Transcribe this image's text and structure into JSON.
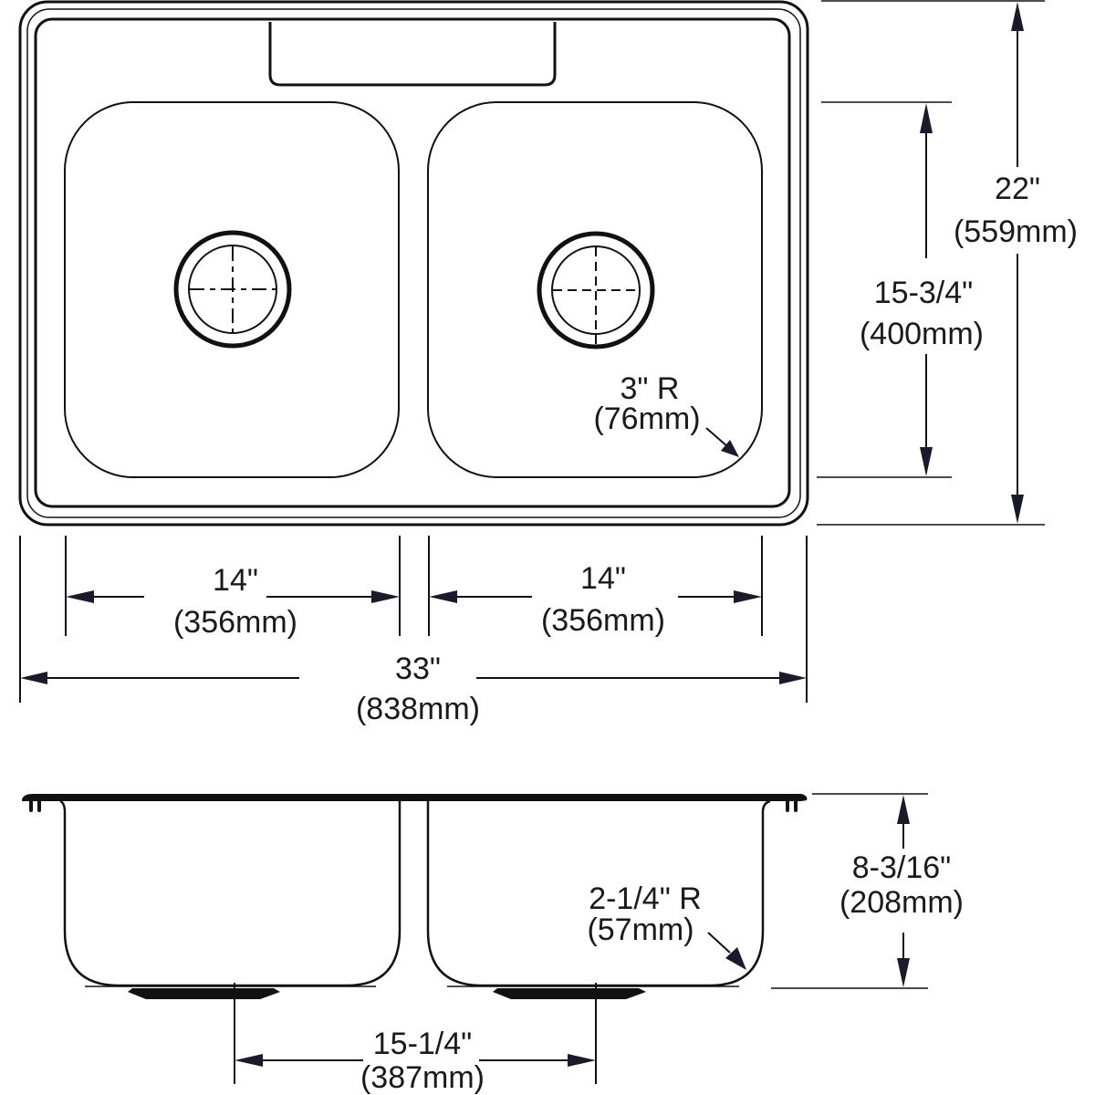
{
  "drawing": {
    "type": "double-bowl sink dimension drawing",
    "line_color": "#111111",
    "background": "#ffffff"
  },
  "top_view": {
    "overall_width": {
      "imperial": "33\"",
      "metric": "(838mm)"
    },
    "overall_depth": {
      "imperial": "22\"",
      "metric": "(559mm)"
    },
    "bowl_depth": {
      "imperial": "15-3/4\"",
      "metric": "(400mm)"
    },
    "left_bowl_width": {
      "imperial": "14\"",
      "metric": "(356mm)"
    },
    "right_bowl_width": {
      "imperial": "14\"",
      "metric": "(356mm)"
    },
    "corner_radius": {
      "imperial": "3\" R",
      "metric": "(76mm)"
    }
  },
  "side_view": {
    "bowl_height": {
      "imperial": "8-3/16\"",
      "metric": "(208mm)"
    },
    "bottom_radius": {
      "imperial": "2-1/4\" R",
      "metric": "(57mm)"
    },
    "drain_spacing": {
      "imperial": "15-1/4\"",
      "metric": "(387mm)"
    }
  }
}
